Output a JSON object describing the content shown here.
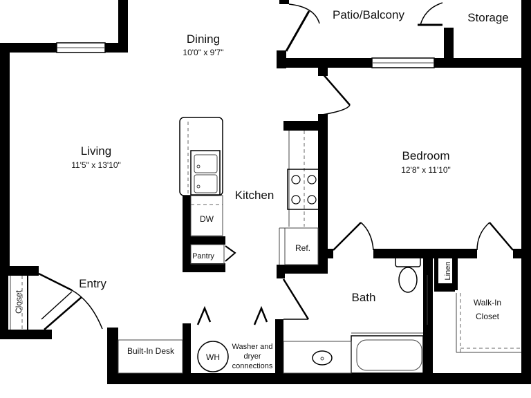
{
  "rooms": {
    "patio": {
      "name": "Patio/Balcony"
    },
    "storage": {
      "name": "Storage"
    },
    "dining": {
      "name": "Dining",
      "dims": "10'0\" x 9'7\""
    },
    "living": {
      "name": "Living",
      "dims": "11'5\" x 13'10\""
    },
    "bedroom": {
      "name": "Bedroom",
      "dims": "12'8\" x 11'10\""
    },
    "kitchen": {
      "name": "Kitchen"
    },
    "entry": {
      "name": "Entry"
    },
    "bath": {
      "name": "Bath"
    },
    "walkin": {
      "name_line1": "Walk-In",
      "name_line2": "Closet"
    }
  },
  "fixtures": {
    "dw": "DW",
    "pantry": "Pantry",
    "ref": "Ref.",
    "linen": "Linen",
    "closet": "Closet",
    "desk": "Built-In Desk",
    "wh": "WH",
    "washer_line1": "Washer and",
    "washer_line2": "dryer",
    "washer_line3": "connections"
  }
}
